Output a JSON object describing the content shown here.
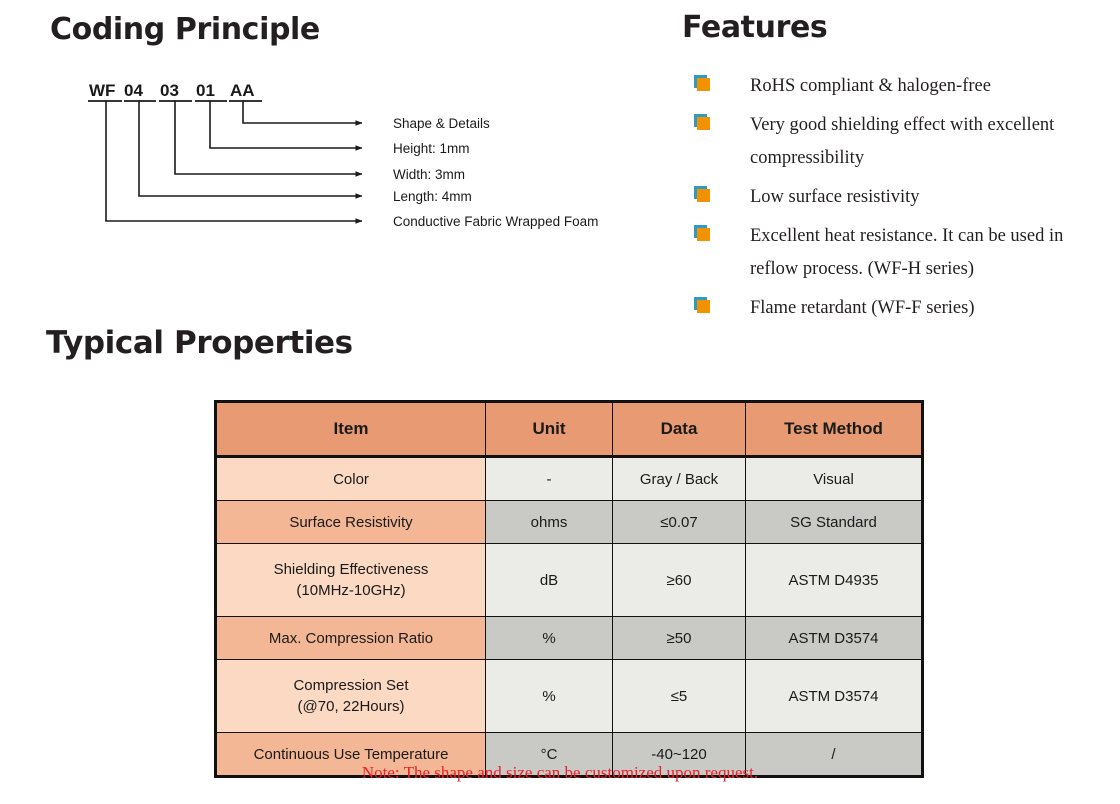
{
  "sections": {
    "coding_principle_title": "Coding Principle",
    "features_title": "Features",
    "typical_properties_title": "Typical Properties"
  },
  "coding_principle": {
    "code_tokens": [
      "WF",
      "04",
      "03",
      "01",
      "AA"
    ],
    "leaders": [
      {
        "token": "AA",
        "label": "Shape & Details"
      },
      {
        "token": "01",
        "label": "Height: 1mm"
      },
      {
        "token": "03",
        "label": "Width: 3mm"
      },
      {
        "token": "04",
        "label": "Length: 4mm"
      },
      {
        "token": "WF",
        "label": "Conductive Fabric Wrapped Foam"
      }
    ]
  },
  "features": {
    "bullet_color_front": "#f39200",
    "bullet_color_back": "#2e9bc4",
    "items": [
      "RoHS compliant & halogen-free",
      "Very good shielding effect with excellent compressibility",
      "Low surface resistivity",
      "Excellent heat resistance. It can be used in reflow process. (WF-H series)",
      "Flame retardant (WF-F series)"
    ]
  },
  "typical_properties": {
    "header_color": "#e89a72",
    "columns": [
      "Item",
      "Unit",
      "Data",
      "Test Method"
    ],
    "rows": [
      {
        "item": "Color",
        "unit": "-",
        "data": "Gray / Back",
        "test": "Visual"
      },
      {
        "item": "Surface Resistivity",
        "unit": "ohms",
        "data": "≤0.07",
        "test": "SG Standard"
      },
      {
        "item": "Shielding Effectiveness\n(10MHz-10GHz)",
        "unit": "dB",
        "data": "≥60",
        "test": "ASTM D4935"
      },
      {
        "item": "Max. Compression Ratio",
        "unit": "%",
        "data": "≥50",
        "test": "ASTM D3574"
      },
      {
        "item": "Compression Set\n(@70, 22Hours)",
        "unit": "%",
        "data": "≤5",
        "test": "ASTM D3574"
      },
      {
        "item": "Continuous Use Temperature",
        "unit": "°C",
        "data": "-40~120",
        "test": "/"
      }
    ],
    "note": "Note: The shape and size can be customized upon request.",
    "note_color": "#ec2027"
  }
}
